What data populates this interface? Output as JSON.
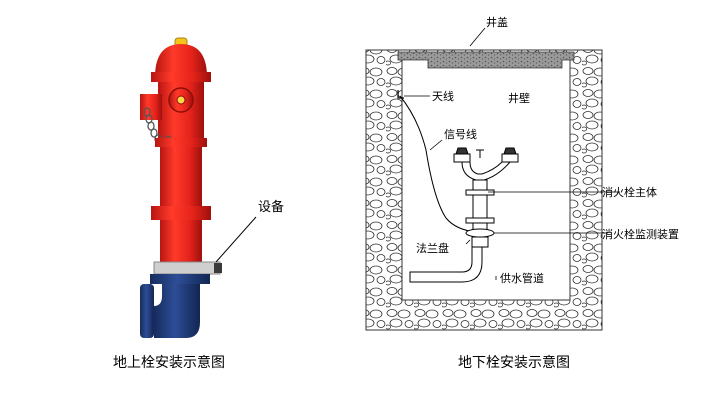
{
  "left_figure": {
    "caption": "地上栓安装示意图",
    "device_label": "设备",
    "colors": {
      "body": "#e5231b",
      "body_shade": "#b81512",
      "base": "#1f3a7a",
      "flange_ring": "#c8c8c8"
    }
  },
  "right_figure": {
    "caption": "地下栓安装示意图",
    "labels": {
      "cover": "井盖",
      "antenna": "天线",
      "wall": "井壁",
      "signal_wire": "信号线",
      "hydrant_body": "消火栓主体",
      "monitor_device": "消火栓监测装置",
      "flange": "法兰盘",
      "supply_pipe": "供水管道"
    }
  }
}
